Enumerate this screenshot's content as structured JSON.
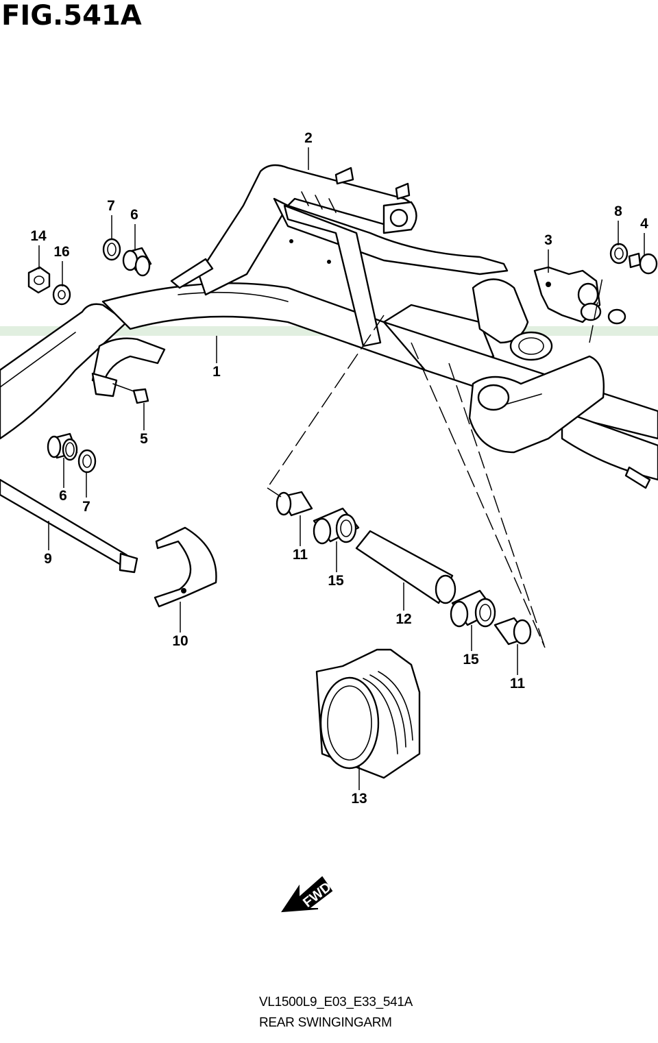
{
  "figure": {
    "title": "FIG.541A",
    "model_code": "VL1500L9_E03_E33_541A",
    "caption": "REAR SWINGINGARM",
    "direction_label": "FWD"
  },
  "callouts": [
    {
      "ref": "2"
    },
    {
      "ref": "7"
    },
    {
      "ref": "6"
    },
    {
      "ref": "14"
    },
    {
      "ref": "16"
    },
    {
      "ref": "8"
    },
    {
      "ref": "4"
    },
    {
      "ref": "3"
    },
    {
      "ref": "1"
    },
    {
      "ref": "5"
    },
    {
      "ref": "6"
    },
    {
      "ref": "7"
    },
    {
      "ref": "9"
    },
    {
      "ref": "11"
    },
    {
      "ref": "15"
    },
    {
      "ref": "10"
    },
    {
      "ref": "12"
    },
    {
      "ref": "15"
    },
    {
      "ref": "11"
    },
    {
      "ref": "13"
    }
  ]
}
